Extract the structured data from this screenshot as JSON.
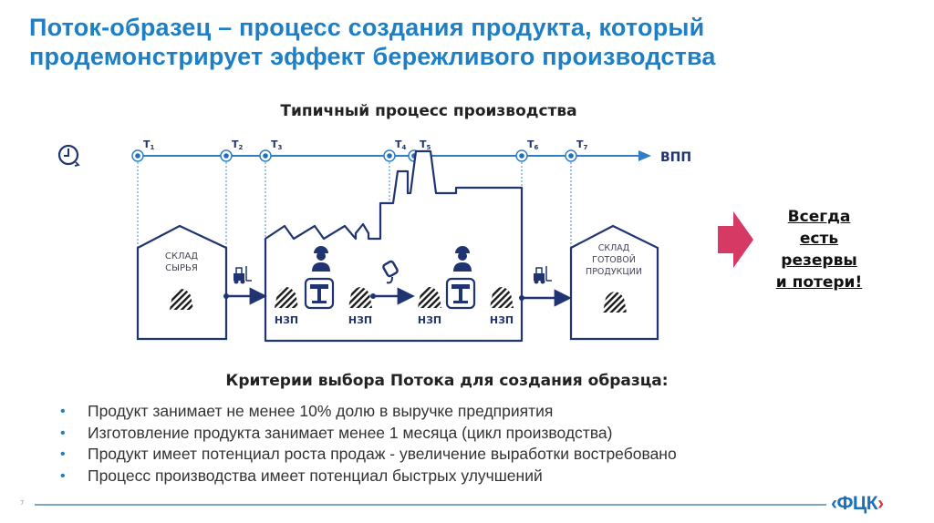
{
  "slide": {
    "title_line1": "Поток-образец – процесс создания продукта, который",
    "title_line2": "продемонстрирует  эффект бережливого производства",
    "page_number": "7"
  },
  "diagram": {
    "subtitle": "Типичный процесс производства",
    "timeline_label": "ВПП",
    "time_points": [
      "T1",
      "T2",
      "T3",
      "T4",
      "T5",
      "T6",
      "T7"
    ],
    "time_point_main": "T",
    "time_point_subs": [
      "1",
      "2",
      "3",
      "4",
      "5",
      "6",
      "7"
    ],
    "raw_warehouse": {
      "line1": "СКЛАД",
      "line2": "СЫРЬЯ"
    },
    "finished_warehouse": {
      "line1": "СКЛАД",
      "line2": "ГОТОВОЙ",
      "line3": "ПРОДУКЦИИ"
    },
    "wip_label": "НЗП",
    "icons": [
      "clock-icon",
      "forklift-icon",
      "worker-icon",
      "machine-icon",
      "crane-hook-icon",
      "stock-pile-icon",
      "arrow-right-icon"
    ]
  },
  "callout": {
    "line1": "Всегда",
    "line2": "есть",
    "line3": "резервы",
    "line4": "и потери!",
    "arrow_color": "#d63a64"
  },
  "criteria": {
    "title": "Критерии выбора Потока для создания образца:",
    "items": [
      "Продукт занимает не менее 10% долю в выручке предприятия",
      "Изготовление продукта занимает менее 1 месяца (цикл производства)",
      "Продукт имеет потенциал роста продаж - увеличение выработки востребовано",
      "Процесс производства имеет потенциал быстрых улучшений"
    ],
    "bullet": "•"
  },
  "logo": {
    "left": "‹",
    "text": "ФЦК",
    "right": "›"
  },
  "colors": {
    "title": "#1f7fc4",
    "timeline": "#2f7fc8",
    "outline": "#1f3470",
    "accent": "#d63a64"
  }
}
